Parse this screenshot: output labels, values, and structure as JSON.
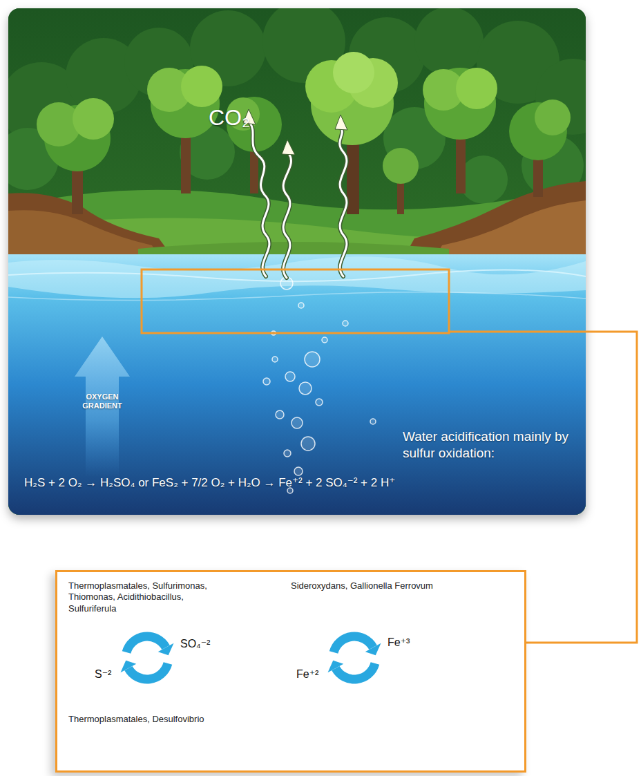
{
  "diagram": {
    "nodes": [
      {
        "text": [
          "CO₂",
          "OXYGEN GRADIENT",
          "Water acidification mainly by sulfur oxidation:",
          "H₂S + 2 O₂ → H₂SO₄ or FeS₂ + 7/2 O₂ + H₂O → Fe⁺² + 2 SO₄⁻² + 2 H⁺"
        ]
      },
      {
        "text": [
          "Thermoplasmatales, Sulfurimonas, Thiomonas, Acidithiobacillus, Sulfuriferula",
          "Sideroxydans, Gallionella Ferrovum",
          "Thermoplasmatales, Desulfovibrio"
        ]
      },
      {
        "text": [
          "SO₄⁻²",
          "S⁻²"
        ],
        "in": 1
      },
      {
        "text": [
          "Fe⁺³",
          "Fe⁺²"
        ],
        "in": 1
      }
    ],
    "edges": [
      {
        "from": 0,
        "to": 1,
        "arrow": "none"
      }
    ]
  }
}
